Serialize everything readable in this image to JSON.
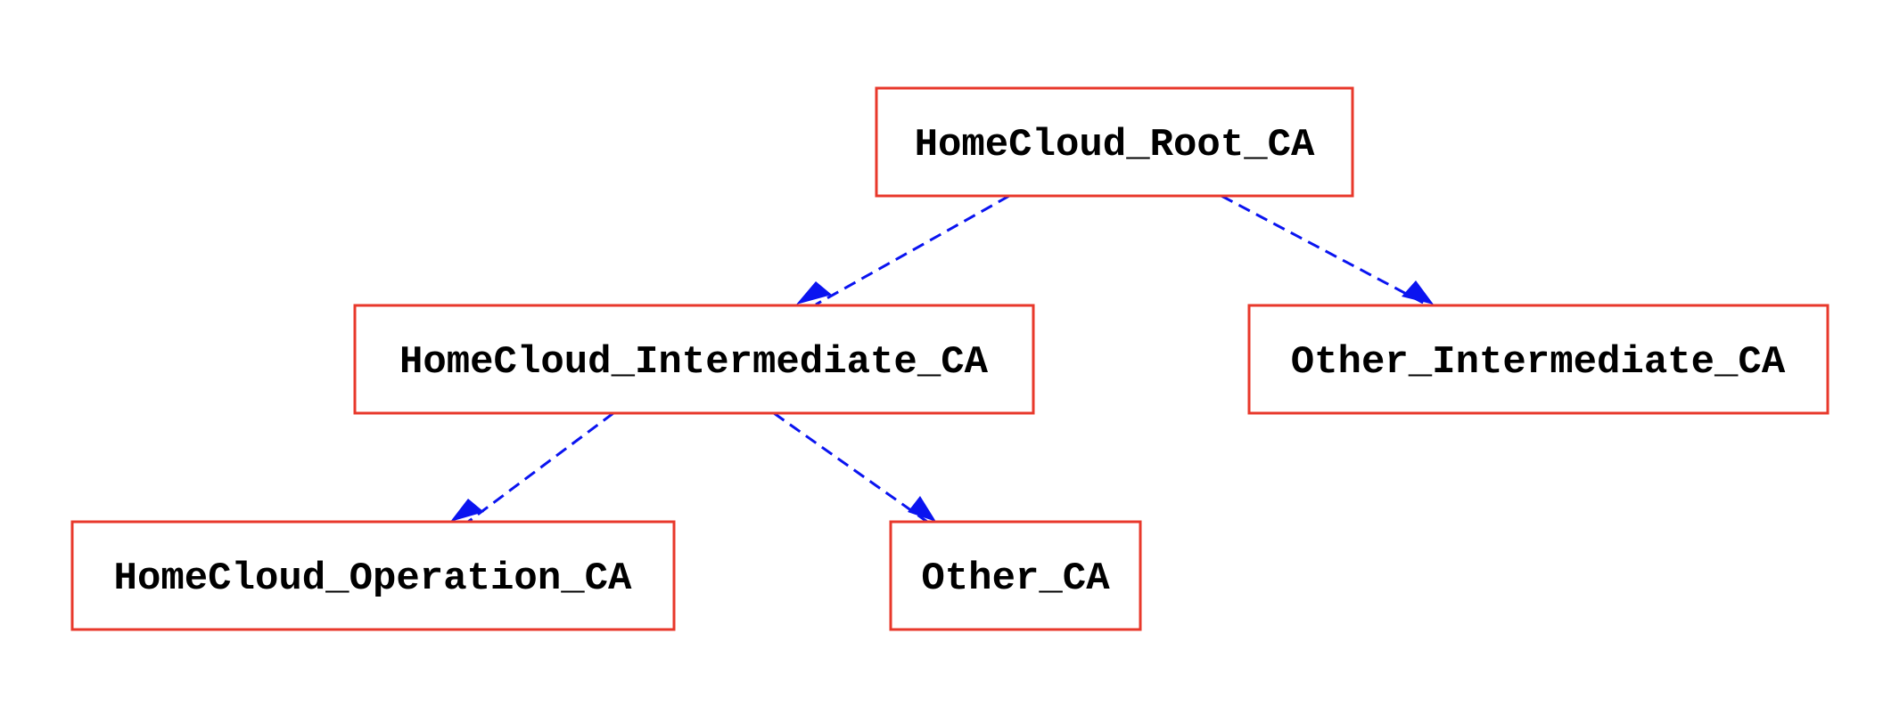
{
  "colors": {
    "node_border": "#e8382b",
    "edge": "#0a14f0",
    "text": "#000000",
    "background": "#ffffff"
  },
  "nodes": [
    {
      "id": "root",
      "label": "HomeCloud_Root_CA"
    },
    {
      "id": "hc_intermediate",
      "label": "HomeCloud_Intermediate_CA"
    },
    {
      "id": "other_intermediate",
      "label": "Other_Intermediate_CA"
    },
    {
      "id": "hc_operation",
      "label": "HomeCloud_Operation_CA"
    },
    {
      "id": "other_ca",
      "label": "Other_CA"
    }
  ],
  "edges": [
    {
      "from": "root",
      "to": "hc_intermediate",
      "style": "dashed"
    },
    {
      "from": "root",
      "to": "other_intermediate",
      "style": "dashed"
    },
    {
      "from": "hc_intermediate",
      "to": "hc_operation",
      "style": "dashed"
    },
    {
      "from": "hc_intermediate",
      "to": "other_ca",
      "style": "dashed"
    }
  ]
}
